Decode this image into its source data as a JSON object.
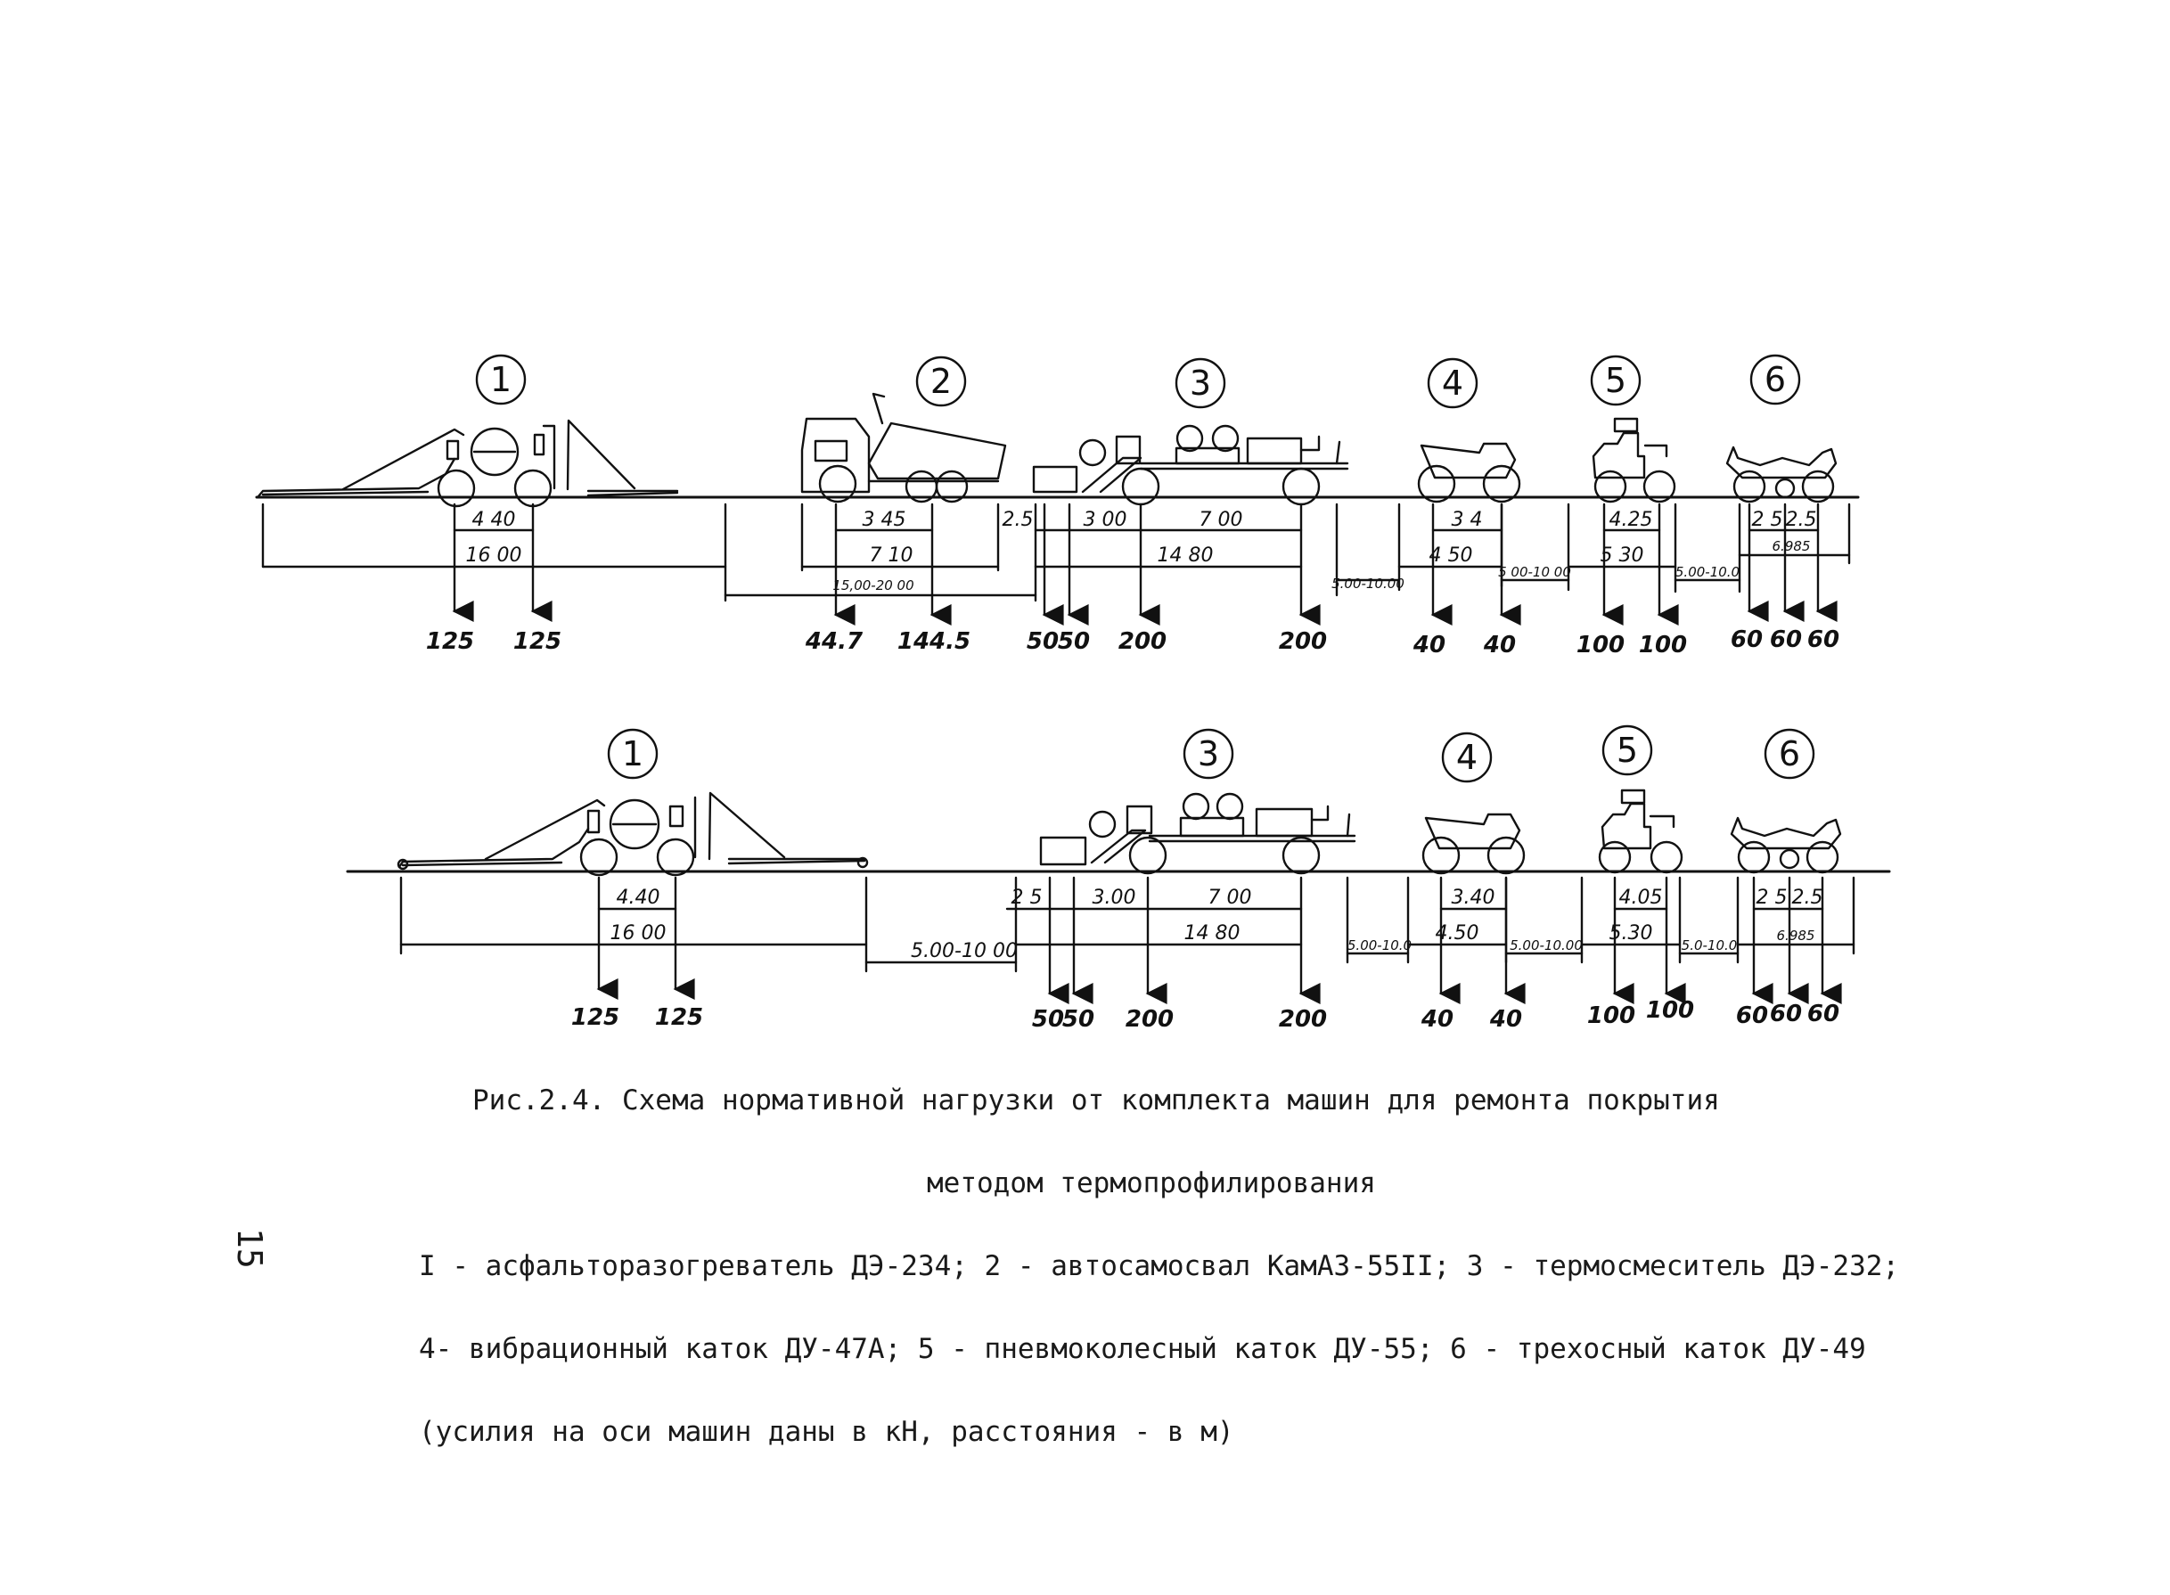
{
  "row1": {
    "labels": [
      "1",
      "2",
      "3",
      "4",
      "5",
      "6"
    ],
    "dims": [
      "4 40",
      "16 00",
      "3 45",
      "7 10",
      "15,00-20 00",
      "2.5",
      "3 00",
      "7 00",
      "14 80",
      "5.00-10.00",
      "3 4",
      "4 50",
      "5 00-10 00",
      "4.25",
      "5 30",
      "5.00-10.0",
      "2 5",
      "2.5",
      "6.985"
    ],
    "loads": [
      "125",
      "125",
      "44.7",
      "144.5",
      "50",
      "50",
      "200",
      "200",
      "40",
      "40",
      "100",
      "100",
      "60",
      "60",
      "60"
    ]
  },
  "row2": {
    "labels": [
      "1",
      "3",
      "4",
      "5",
      "6"
    ],
    "dims": [
      "4.40",
      "16 00",
      "5.00-10 00",
      "2 5",
      "3.00",
      "7 00",
      "14 80",
      "5.00-10.0",
      "3.40",
      "4.50",
      "5.00-10.00",
      "4.05",
      "5.30",
      "5.0-10.0",
      "2 5",
      "2.5",
      "6.985"
    ],
    "loads": [
      "125",
      "125",
      "50",
      "50",
      "200",
      "200",
      "40",
      "40",
      "100",
      "100",
      "60",
      "60",
      "60"
    ]
  },
  "caption": {
    "title": "Рис.2.4. Схема нормативной нагрузки от комплекта машин для ремонта покрытия",
    "subtitle": "методом термопрофилирования",
    "line1": "I - асфальторазогреватель ДЭ-234; 2 - автосамосвал КамАЗ-55II; 3 - термосмеситель ДЭ-232;",
    "line2": "4- вибрационный каток ДУ-47А; 5 - пневмоколесный каток ДУ-55; 6 - трехосный каток ДУ-49",
    "line3": "(усилия на оси машин даны в кН, расстояния - в м)"
  },
  "page_number": "15"
}
